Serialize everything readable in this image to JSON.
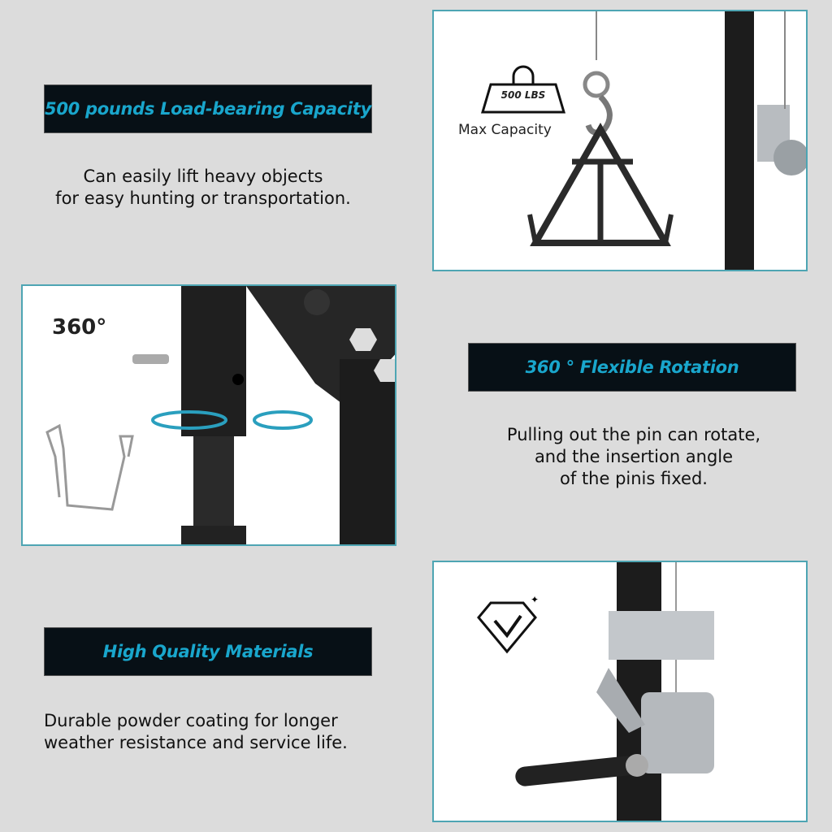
{
  "sections": [
    {
      "title": "500 pounds Load-bearing Capacity",
      "description_lines": [
        "Can easily lift heavy objects",
        "for easy hunting or transportation."
      ]
    },
    {
      "title": "360 ° Flexible Rotation",
      "description_lines": [
        "Pulling out the pin can rotate,",
        "and the insertion angle",
        "of the pinis fixed."
      ]
    },
    {
      "title": "High Quality Materials",
      "description_lines": [
        "Durable powder coating for longer",
        "weather resistance and service life."
      ]
    }
  ],
  "panels": {
    "capacity": {
      "weight_label": "500 LBS",
      "caption": "Max Capacity"
    },
    "rotation": {
      "badge": "360°"
    }
  },
  "colors": {
    "background": "#dcdcdc",
    "banner": "#071016",
    "accent": "#19a6cc",
    "panel_border": "#4ea5b3"
  }
}
